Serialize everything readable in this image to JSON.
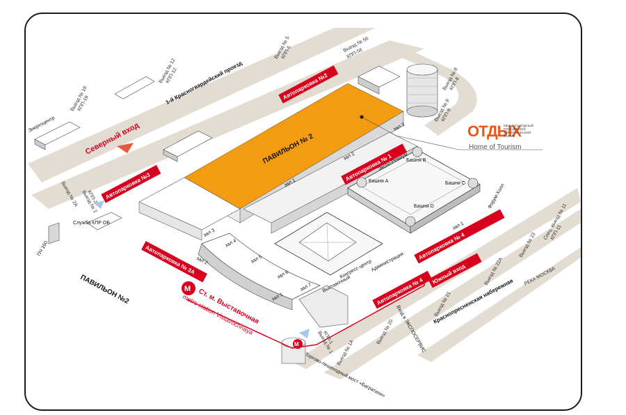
{
  "map": {
    "pavilion_main": "ПАВИЛЬОН № 2",
    "pavilion_side": "ПАВИЛЬОН №2",
    "north_entrance": "Северный вход",
    "south_entrance": "Южный вход",
    "metro_ru": "Ст. м. Выставочная",
    "metro_en": "metro station Vistavochnaya",
    "street_top": "1-й Красногвардейский проезд",
    "street_bottom": "Краснопресненская набережная",
    "river": "РЕКА МОСКВА",
    "parkings": {
      "p1": "Автопарковка № 1",
      "p2": "Автопарковка №2",
      "p3": "Автопарковка №3",
      "p3a": "Автопарковка № 3А",
      "p4a": "Автопарковка № 4",
      "p4b": "Автопарковка № 4"
    },
    "halls": {
      "h1a": "зал 1",
      "h1b": "зал 1",
      "h1c": "зал 1",
      "h2a": "зал 2",
      "h2b": "зал 2",
      "h3a": "зал 3",
      "h3b": "зал 3",
      "h4": "зал 4",
      "h5": "зал 5",
      "h6": "зал 6",
      "h7": "зал 7"
    },
    "towers": {
      "a": "Башня A",
      "b": "Башня B",
      "c": "Башня C",
      "d": "Башня D"
    },
    "buildings": {
      "expocentre": "Экспо-Ремиум",
      "energy": "Энергоцентр",
      "kpp_service": "Служба КПР ОБ",
      "pch": "ПЧ 160",
      "admin": "Администрация",
      "congress": "Конгресс-центр",
      "exhibition_foyer": "Выставочный",
      "overpass": "Торгово-пешеходный мост «Багратион»",
      "expo_entry": "Вход в ЭКСПОСЕРВИС",
      "forum_building": "Форум-Холл"
    },
    "exits": {
      "e19": "Выезд № 19",
      "k19": "КПП-19",
      "e12": "Выезд № 12",
      "k12": "КПП-12",
      "e5": "Выезд № 5",
      "k5": "КПП-5",
      "e56": "Выезд № 56",
      "k56": "КПП-56",
      "e8": "Выезд № 8",
      "k8": "КПП-8",
      "e9": "Выезд № 9",
      "k9": "КПП-9",
      "e2a": "Выезд № 2А",
      "e2": "Выезд № 2",
      "k2": "КПП-2",
      "e1": "Выезд № 1",
      "k1": "КПП-1",
      "e1a": "Выезд № 1А",
      "e20": "Выезд № 20",
      "e21": "Выезд № 21",
      "e22a": "Выезд № 22А",
      "e23": "Выезд № 23",
      "e11": "Спец. выезд № 11",
      "k11": "КПП-11"
    }
  },
  "logo": {
    "word": "ОТДЫХ",
    "subtitle": "МЕЖДУНАРОДНЫЙ РОССИЙСКИЙ ТУРИСТИЧЕСКИЙ ФОРУМ",
    "home": "Home of Tourism"
  },
  "colors": {
    "pavilion": "#f39c12",
    "parking": "#d7001d",
    "road": "#e3dcd3",
    "building": "#ffffff",
    "accent_blue": "#a9c6e8"
  }
}
